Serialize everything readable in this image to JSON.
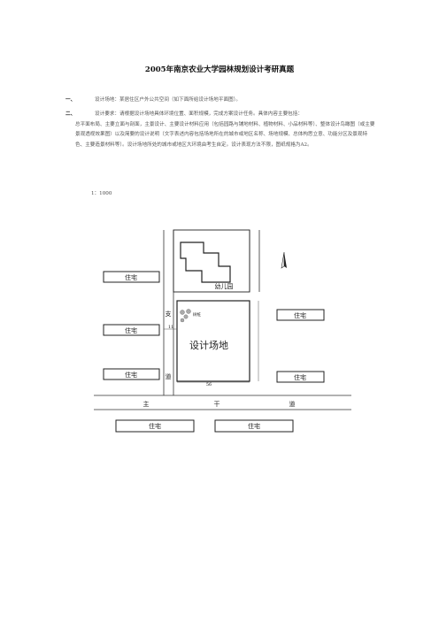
{
  "doc": {
    "title": "2005年南京农业大学园林规划设计考研真题",
    "item1_num": "一、",
    "item1_text": "设计场地：某居住区户外公共空间（如下面所给设计场地平面图）。",
    "item2_num": "二、",
    "item2_line1": "设计要求：请根据设计场地具体环境位置、面积规模，完成方案设计任务。具体内容主要包括：",
    "item2_rest": "总平面布局、主要立面与剖面，主景设计、主要设计材料应用（包括园路与铺地材料、植物材料、小品材料等）、整体设计鸟瞰图（或主要景观透视效果图）以及简要的设计说明（文字表述内容包括场地所在的城市或地区名称、场地规模、总体构思立意、功能分区及景观特色、主要造景材料等）。设计场地所处的城市或地区大环境由考生自定。设计表现方法不限，图纸规格为A2。",
    "scale": "1：1000"
  },
  "plan": {
    "kindergarten": "幼儿园",
    "residential": "住宅",
    "site": "设计场地",
    "branch_road_1": "支",
    "branch_road_2": "道",
    "main_road_1": "主",
    "main_road_2": "干",
    "main_road_3": "道",
    "dim_width": "56",
    "dim_small": "11",
    "existing_trees": "树桩"
  }
}
